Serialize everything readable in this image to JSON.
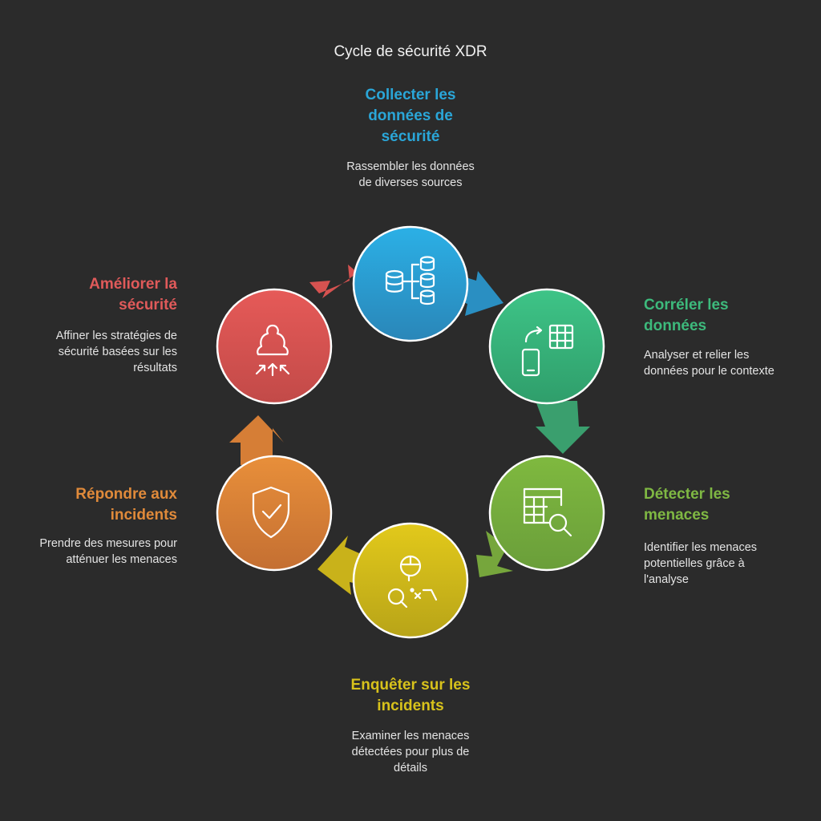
{
  "title": "Cycle de sécurité XDR",
  "steps": [
    {
      "heading": "Collecter les\ndonnées de\nsécurité",
      "desc": "Rassembler les données\nde diverses sources",
      "color": "#2aa6d8",
      "icon": "database-network-icon"
    },
    {
      "heading": "Corréler les\ndonnées",
      "desc": "Analyser et relier les\ndonnées pour le contexte",
      "color": "#3dba7c",
      "icon": "device-table-sync-icon"
    },
    {
      "heading": "Détecter les\nmenaces",
      "desc": "Identifier les menaces\npotentielles grâce à\nl'analyse",
      "color": "#7fb843",
      "icon": "table-search-icon"
    },
    {
      "heading": "Enquêter sur les\nincidents",
      "desc": "Examiner les menaces\ndétectées pour plus de\ndétails",
      "color": "#d8c21b",
      "icon": "investigator-search-icon"
    },
    {
      "heading": "Répondre aux\nincidents",
      "desc": "Prendre des mesures pour\natténuer les menaces",
      "color": "#e08a3a",
      "icon": "shield-check-icon"
    },
    {
      "heading": "Améliorer la\nsécurité",
      "desc": "Affiner les stratégies de\nsécurité basées sur les\nrésultats",
      "color": "#e05a5a",
      "icon": "bell-improve-icon"
    }
  ]
}
